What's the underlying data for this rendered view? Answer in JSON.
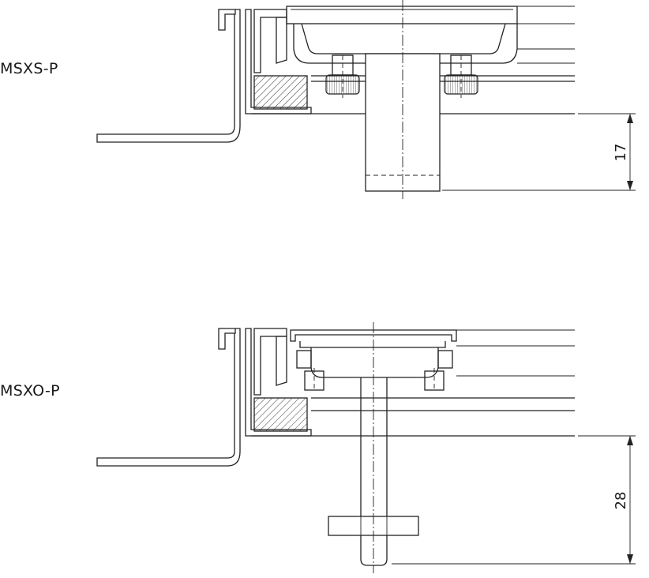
{
  "labels": {
    "top_model": "MSXS-P",
    "bottom_model": "MSXO-P"
  },
  "dimensions": {
    "top_height": "17",
    "bottom_height": "28"
  }
}
